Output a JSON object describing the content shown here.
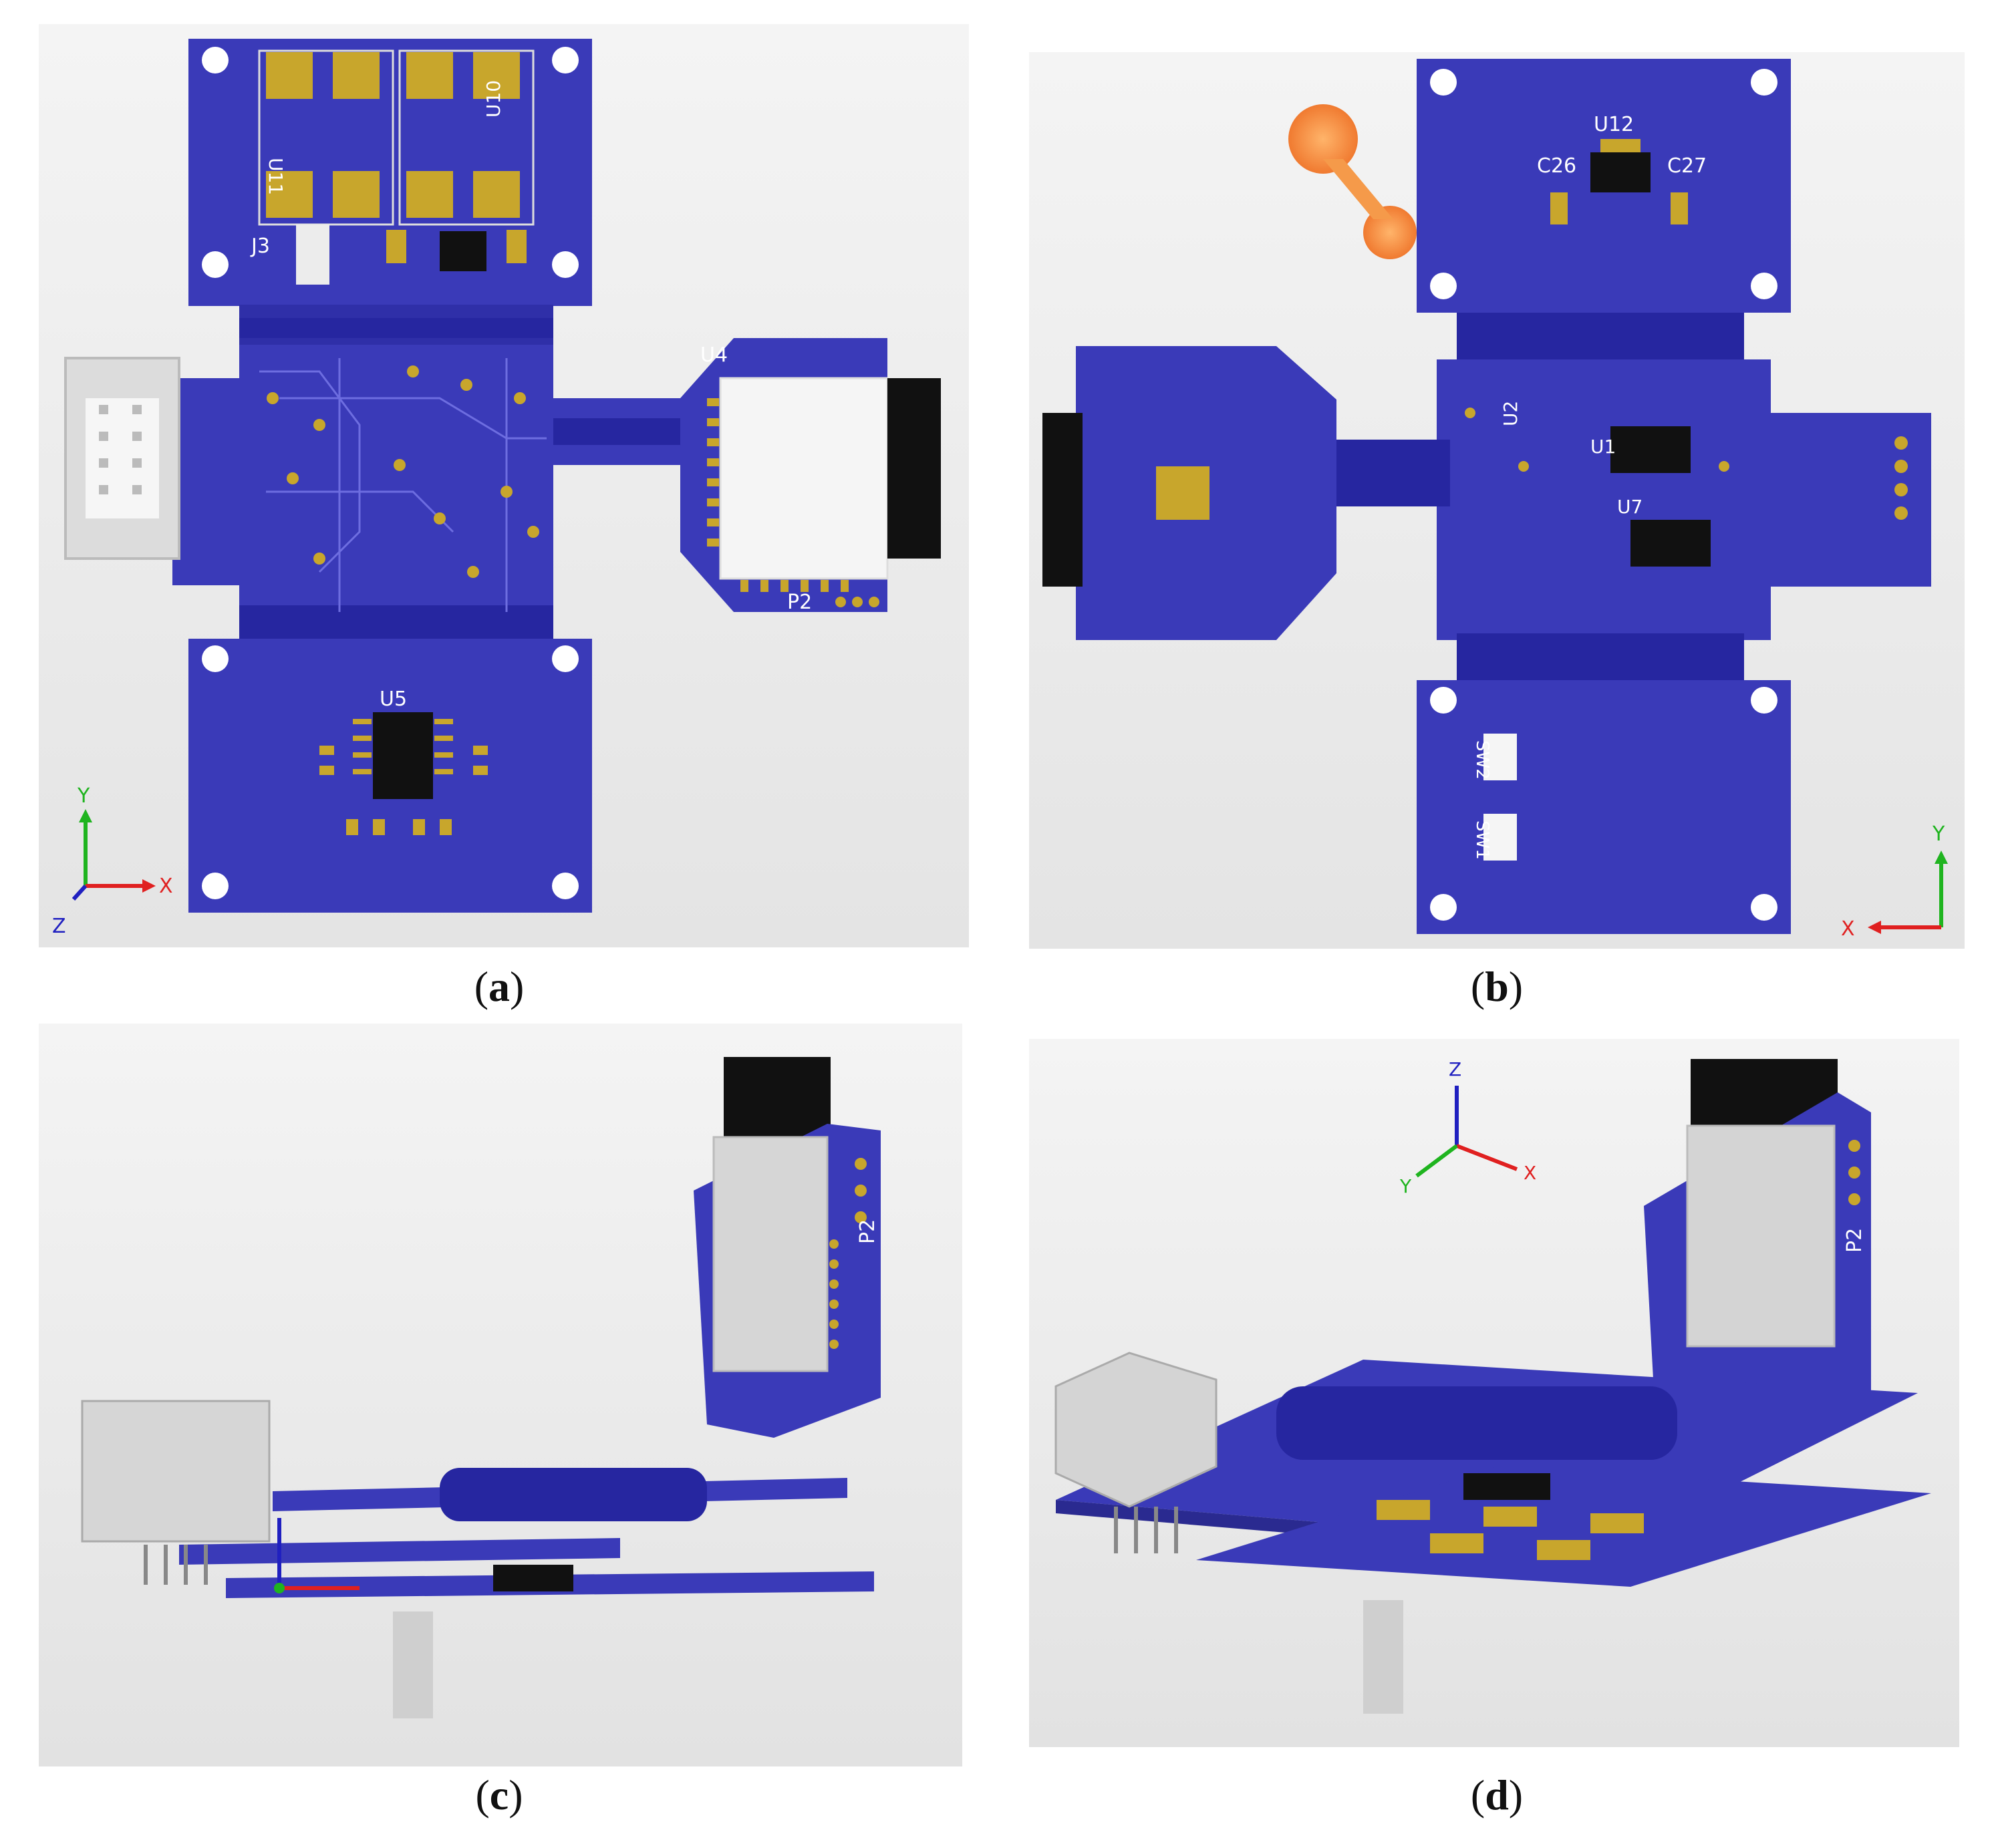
{
  "panels": [
    {
      "id": "a",
      "caption_letter": "a",
      "silkscreen": [
        "U11",
        "U10",
        "J3",
        "U4",
        "P2",
        "U5"
      ],
      "axis": {
        "y": "Y",
        "x": "X",
        "z": "Z"
      }
    },
    {
      "id": "b",
      "caption_letter": "b",
      "silkscreen": [
        "U12",
        "C26",
        "C27",
        "U2",
        "U1",
        "U7",
        "SW2",
        "SW1"
      ],
      "axis": {
        "y": "Y",
        "x": "X"
      }
    },
    {
      "id": "c",
      "caption_letter": "c",
      "silkscreen": [
        "P2"
      ]
    },
    {
      "id": "d",
      "caption_letter": "d",
      "silkscreen": [
        "P2"
      ],
      "axis": {
        "z": "Z",
        "x": "X",
        "y": "Y"
      }
    }
  ],
  "colors": {
    "pcb": "#3a3ab8",
    "pcb_edge": "#2a2a90",
    "pad": "#c8a62c",
    "background": "#ededed"
  }
}
